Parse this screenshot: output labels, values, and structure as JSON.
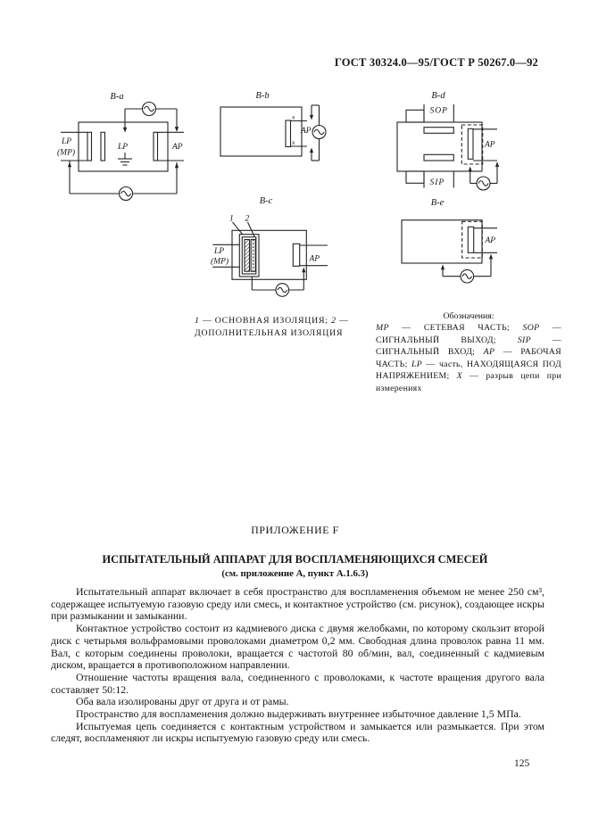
{
  "header": {
    "standard": "ГОСТ 30324.0—95/ГОСТ Р 50267.0—92"
  },
  "figure": {
    "ba": {
      "title": "B-a",
      "label_lp": "LP",
      "label_mp": "(МР)",
      "label_lp_inner": "LP",
      "label_ap": "АР"
    },
    "bb": {
      "title": "B-b",
      "x_top": "x",
      "x_bottom": "x",
      "label_ap": "АР"
    },
    "bc": {
      "title": "B-c",
      "callout_1": "1",
      "callout_2": "2",
      "label_lp": "LP",
      "label_mp": "(МР)",
      "label_ap": "АР"
    },
    "bd": {
      "title": "B-d",
      "label_sop": "SOP",
      "label_sip": "SIP",
      "label_ap": "АР"
    },
    "be": {
      "title": "B-e",
      "label_ap": "АР"
    },
    "caption": {
      "n1": "1",
      "t1": " — ОСНОВНАЯ ИЗОЛЯЦИЯ; ",
      "n2": "2",
      "t2": " — ДОПОЛНИТЕЛЬНАЯ ИЗОЛЯЦИЯ"
    },
    "legend": {
      "title": "Обозначения:",
      "items": [
        {
          "abbr": "МР",
          "text": " — СЕТЕВАЯ ЧАСТЬ; "
        },
        {
          "abbr": "SOP",
          "text": " — СИГНАЛЬНЫЙ ВЫХОД; "
        },
        {
          "abbr": "SIP",
          "text": " — СИГНАЛЬНЫЙ ВХОД; "
        },
        {
          "abbr": "АР",
          "text": " — РАБОЧАЯ ЧАСТЬ; "
        },
        {
          "abbr": "LP",
          "text": " — часть, НАХОДЯЩАЯСЯ ПОД НАПРЯЖЕНИЕМ; "
        },
        {
          "abbr": "X",
          "text": " — разрыв цепи при измерениях"
        }
      ]
    }
  },
  "appendix": {
    "label": "ПРИЛОЖЕНИЕ F",
    "title": "ИСПЫТАТЕЛЬНЫЙ АППАРАТ ДЛЯ ВОСПЛАМЕНЯЮЩИХСЯ СМЕСЕЙ",
    "subtitle": "(см. приложение А, пункт А.1.6.3)",
    "paragraphs": [
      "Испытательный аппарат включает в себя пространство для воспламенения объемом не менее 250 см³, содержащее испытуемую газовую среду или смесь, и контактное устройство (см. рисунок), создающее искры при размыкании и замыкании.",
      "Контактное устройство состоит из кадмиевого диска с двумя желобками, по которому скользит второй диск с четырьмя вольфрамовыми проволоками диаметром 0,2 мм. Свободная длина проволок равна 11 мм. Вал, с которым соединены проволоки, вращается с частотой 80 об/мин, вал, соединенный с кадмиевым диском, вращается в противоположном направлении.",
      "Отношение частоты вращения вала, соединенного с проволоками, к частоте вращения другого вала составляет 50:12.",
      "Оба вала изолированы друг от друга и от рамы.",
      "Пространство для воспламенения должно выдерживать внутреннее избыточное давление 1,5 МПа.",
      "Испытуемая цепь соединяется с контактным устройством и замыкается или размыкается. При этом следят, воспламеняют ли искры испытуемую газовую среду или смесь."
    ]
  },
  "footer": {
    "page_number": "125"
  }
}
